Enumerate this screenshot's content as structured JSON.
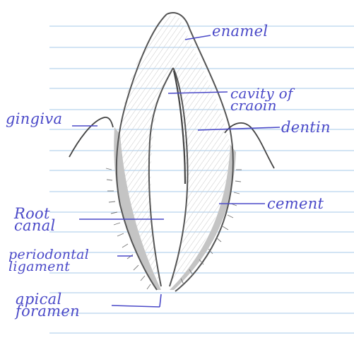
{
  "labels": {
    "enamel": "enamel",
    "cavity_of_crown": "cavity of\ncraoin",
    "gingiva": "gingiva",
    "dentin": "dentin",
    "cement": "cement",
    "root_canal": "Root\ncanal",
    "periodontal_ligament": "periodontal\nligament",
    "apical_foramen": "apical\nforamen"
  },
  "colors": {
    "ink": "#4a49c8",
    "ruled_line": "#b6d3ee",
    "pencil": "#555555",
    "cement_fill": "#c4c4c4",
    "dentin_hatch": "#bdbdbd"
  }
}
